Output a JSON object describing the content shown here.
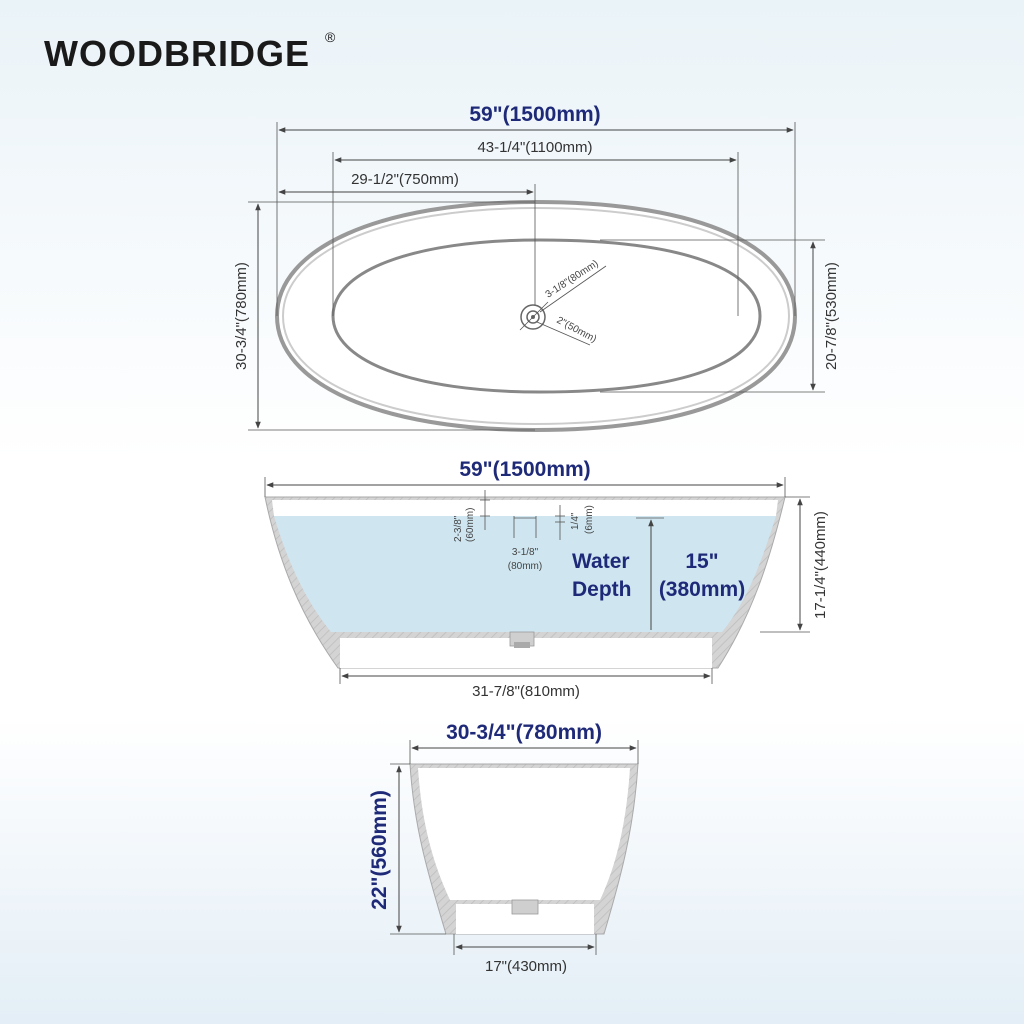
{
  "brand": {
    "name": "WOODBRIDGE",
    "mark": "®"
  },
  "top_view": {
    "overall_length": "59\"(1500mm)",
    "inner_length": "43-1/4\"(1100mm)",
    "drain_offset": "29-1/2\"(750mm)",
    "overall_width": "30-3/4\"(780mm)",
    "inner_width": "20-7/8\"(530mm)",
    "drain_outer": "3-1/8\"(80mm)",
    "drain_inner": "2\"(50mm)"
  },
  "side_view": {
    "overall_length": "59\"(1500mm)",
    "overflow_top_a": "2-3/8\"",
    "overflow_top_b": "(60mm)",
    "overflow_gap_a": "1/4\"",
    "overflow_gap_b": "(6mm)",
    "overflow_size_a": "3-1/8\"",
    "overflow_size_b": "(80mm)",
    "water_label_1": "Water",
    "water_label_2": "Depth",
    "water_depth_1": "15\"",
    "water_depth_2": "(380mm)",
    "height": "17-1/4\"(440mm)",
    "base_length": "31-7/8\"(810mm)"
  },
  "end_view": {
    "width": "30-3/4\"(780mm)",
    "height": "22\"(560mm)",
    "base_width": "17\"(430mm)"
  },
  "colors": {
    "accent": "#1e2a78",
    "water": "#cfe6f1",
    "shell": "#cfcfcf"
  }
}
